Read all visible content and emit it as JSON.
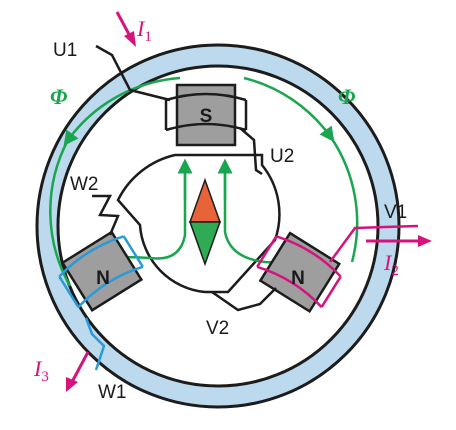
{
  "terminals": {
    "u1": "U1",
    "u2": "U2",
    "v1": "V1",
    "v2": "V2",
    "w1": "W1",
    "w2": "W2"
  },
  "currents": [
    {
      "symbol": "I",
      "sub": "1"
    },
    {
      "symbol": "I",
      "sub": "2"
    },
    {
      "symbol": "I",
      "sub": "3"
    }
  ],
  "flux": {
    "left": "Φ",
    "right": "Φ"
  },
  "poles": {
    "top": "S",
    "left": "N",
    "right": "N"
  },
  "colors": {
    "stator_ring": "#bcd9ee",
    "stator_outline": "#1c1c1c",
    "pole_core": "#9e9e9e",
    "flux_line": "#1aa64e",
    "phase_u": "#1c1c1c",
    "phase_v": "#d6137d",
    "phase_w": "#2a9ad8",
    "needle_north": "#e8623a",
    "needle_south": "#2faa55"
  }
}
